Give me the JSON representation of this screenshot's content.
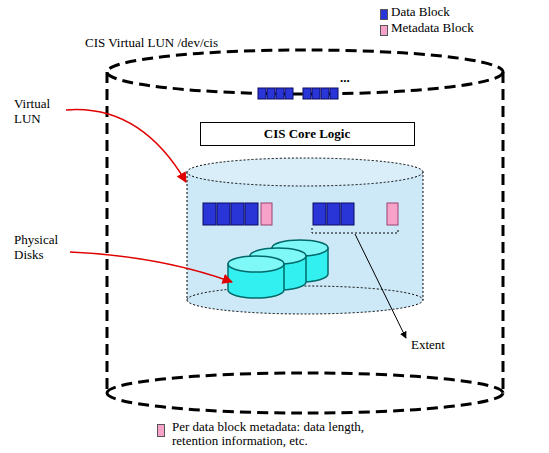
{
  "diagram": {
    "title": "CIS Virtual LUN /dev/cis",
    "nodes": [
      {
        "text": [
          "CIS Core Logic"
        ]
      }
    ],
    "labels": [
      "...",
      "Virtual LUN",
      "Physical Disks",
      "Extent"
    ],
    "legend": [
      {
        "text": "Data Block",
        "color": "#2a35d8"
      },
      {
        "text": "Metadata Block",
        "color": "#f7a3c9"
      },
      {
        "text": "Per data block metadata: data length, retention information, etc.",
        "color": "#f7a3c9"
      }
    ]
  }
}
